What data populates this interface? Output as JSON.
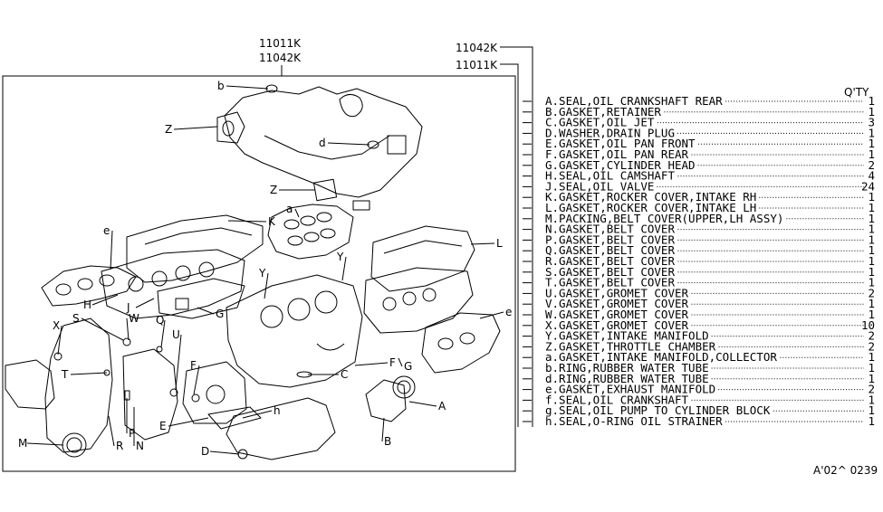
{
  "header": {
    "kit_numbers_top": [
      "11011K",
      "11042K"
    ],
    "kit_numbers_bracket": [
      "11042K",
      "11011K"
    ],
    "qty_header": "Q'TY"
  },
  "parts": [
    {
      "name": "A.SEAL,OIL CRANKSHAFT REAR",
      "qty": "1"
    },
    {
      "name": "B.GASKET,RETAINER",
      "qty": "1"
    },
    {
      "name": "C.GASKET,OIL JET",
      "qty": "3"
    },
    {
      "name": "D.WASHER,DRAIN PLUG",
      "qty": "1"
    },
    {
      "name": "E.GASKET,OIL PAN FRONT",
      "qty": "1"
    },
    {
      "name": "F.GASKET,OIL PAN REAR",
      "qty": "1"
    },
    {
      "name": "G.GASKET,CYLINDER HEAD",
      "qty": "2"
    },
    {
      "name": "H.SEAL,OIL CAMSHAFT",
      "qty": "4"
    },
    {
      "name": "J.SEAL,OIL VALVE",
      "qty": "24"
    },
    {
      "name": "K.GASKET,ROCKER COVER,INTAKE RH",
      "qty": "1"
    },
    {
      "name": "L.GASKET,ROCKER COVER,INTAKE LH",
      "qty": "1"
    },
    {
      "name": "M.PACKING,BELT COVER(UPPER,LH ASSY)",
      "qty": "1"
    },
    {
      "name": "N.GASKET,BELT COVER",
      "qty": "1"
    },
    {
      "name": "P.GASKET,BELT COVER",
      "qty": "1"
    },
    {
      "name": "Q.GASKET,BELT COVER",
      "qty": "1"
    },
    {
      "name": "R.GASKET,BELT COVER",
      "qty": "1"
    },
    {
      "name": "S.GASKET,BELT COVER",
      "qty": "1"
    },
    {
      "name": "T.GASKET,BELT COVER",
      "qty": "1"
    },
    {
      "name": "U.GASKET,GROMET COVER",
      "qty": "2"
    },
    {
      "name": "V.GASKET,GROMET COVER",
      "qty": "1"
    },
    {
      "name": "W.GASKET,GROMET COVER",
      "qty": "1"
    },
    {
      "name": "X.GASKET,GROMET COVER",
      "qty": "10"
    },
    {
      "name": "Y.GASKET,INTAKE MANIFOLD",
      "qty": "2"
    },
    {
      "name": "Z.GASKET,THROTTLE CHAMBER",
      "qty": "2"
    },
    {
      "name": "a.GASKET,INTAKE MANIFOLD,COLLECTOR",
      "qty": "1"
    },
    {
      "name": "b.RING,RUBBER WATER TUBE",
      "qty": "1"
    },
    {
      "name": "d.RING,RUBBER WATER TUBE",
      "qty": "1"
    },
    {
      "name": "e.GASKET,EXHAUST MANIFOLD",
      "qty": "2"
    },
    {
      "name": "f.SEAL,OIL CRANKSHAFT",
      "qty": "1"
    },
    {
      "name": "g.SEAL,OIL PUMP TO CYLINDER BLOCK",
      "qty": "1"
    },
    {
      "name": "h.SEAL,O-RING OIL STRAINER",
      "qty": "1"
    }
  ],
  "callouts": [
    "b",
    "Z",
    "d",
    "Z",
    "a",
    "e",
    "K",
    "L",
    "H",
    "J",
    "G",
    "Y",
    "Y",
    "X",
    "S",
    "W",
    "Q",
    "U",
    "e",
    "F",
    "C",
    "F",
    "G",
    "T",
    "P",
    "R",
    "N",
    "E",
    "h",
    "A",
    "M",
    "D",
    "B"
  ],
  "diagram_code": "A'02^ 0239"
}
